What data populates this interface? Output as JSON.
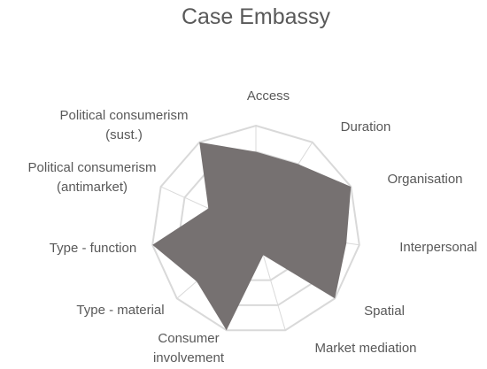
{
  "chart_data": {
    "type": "radar",
    "title": "Case Embassy",
    "axes": [
      "Access",
      "Duration",
      "Organisation",
      "Interpersonal",
      "Spatial",
      "Market mediation",
      "Consumer involvement",
      "Type - material",
      "Type - function",
      "Political consumerism (antimarket)",
      "Political consumerism (sust.)"
    ],
    "rmax": 4,
    "rings": 4,
    "series": [
      {
        "values": [
          3,
          3,
          4,
          3.5,
          4,
          1,
          4,
          3,
          4,
          2,
          4
        ],
        "color": "#767171"
      }
    ],
    "grid": true,
    "legend": "none"
  }
}
